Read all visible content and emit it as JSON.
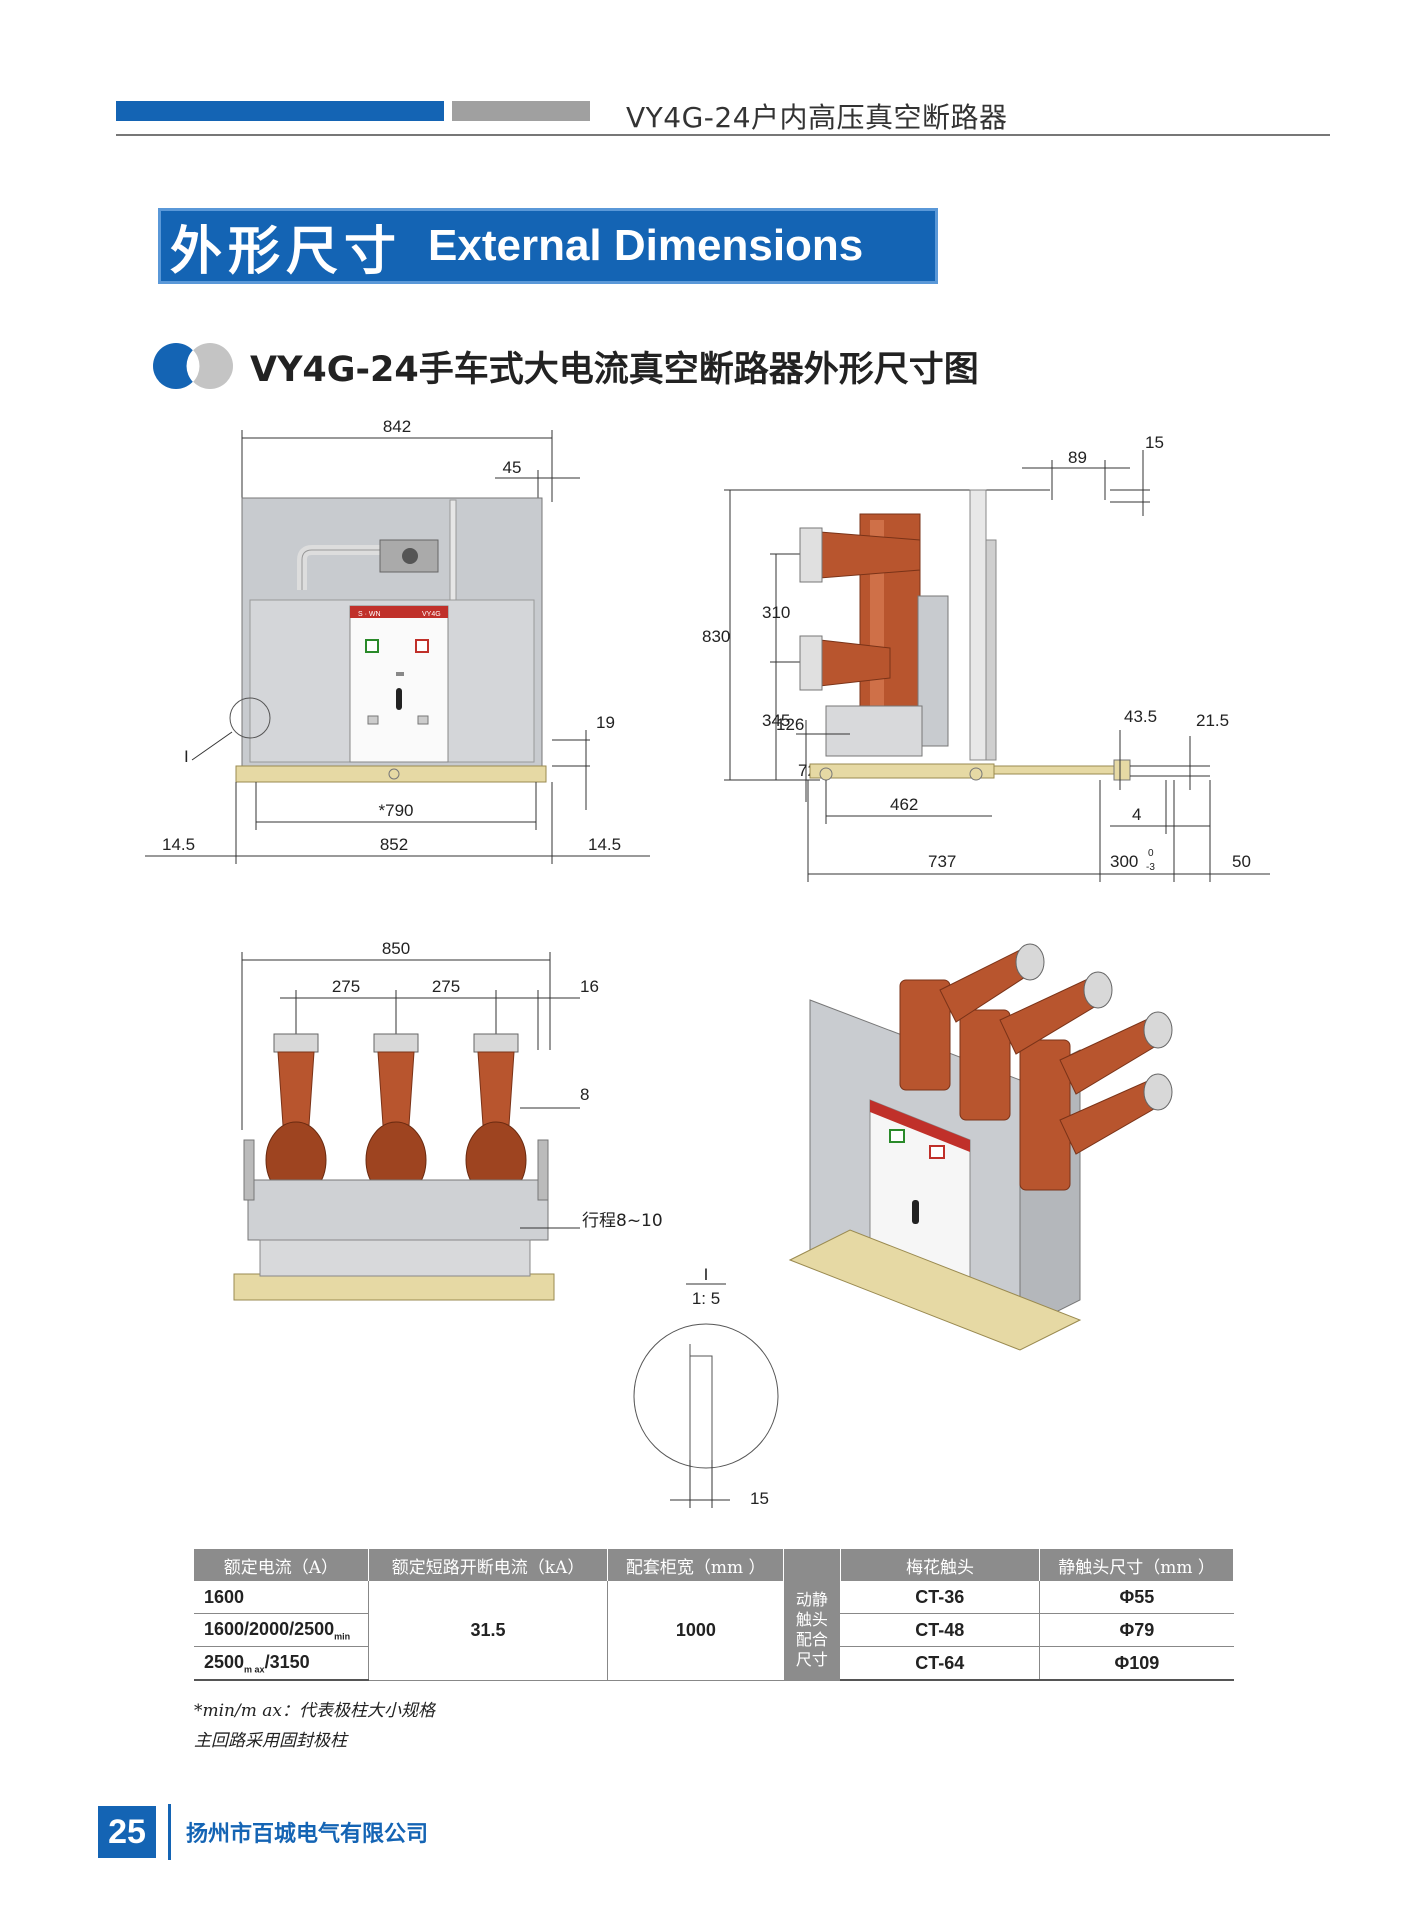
{
  "header": {
    "title": "VY4G-24户内高压真空断路器"
  },
  "banner": {
    "title_cn": "外形尺寸",
    "title_en": "External Dimensions"
  },
  "subheading": "VY4G-24手车式大电流真空断路器外形尺寸图",
  "front_view": {
    "d842": "842",
    "d45": "45",
    "d19": "19",
    "d790": "*790",
    "d852": "852",
    "d14_5_left": "14.5",
    "d14_5_right": "14.5",
    "detail_mark": "I",
    "panel_brand": "S · WN",
    "panel_model": "VY4G"
  },
  "side_view": {
    "d89": "89",
    "d15": "15",
    "d830": "830",
    "d310": "310",
    "d345": "345",
    "d126": "126",
    "d72": "72",
    "d43_5": "43.5",
    "d21_5": "21.5",
    "d462": "462",
    "d4": "4",
    "d737": "737",
    "d300": "300",
    "d300_tol_top": "0",
    "d300_tol_bot": "-3",
    "d50": "50"
  },
  "top_view": {
    "d850": "850",
    "d275a": "275",
    "d275b": "275",
    "d16": "16",
    "d8": "8",
    "stroke": "行程8~10"
  },
  "detail": {
    "mark": "I",
    "scale": "1: 5",
    "d15": "15"
  },
  "table": {
    "headers": [
      "额定电流（A）",
      "额定短路开断电流（kA）",
      "配套柜宽（mm ）",
      "梅花触头",
      "静触头尺寸（mm ）"
    ],
    "merged_label": "动静\n触头\n配合\n尺寸",
    "rows": [
      {
        "current": "1600",
        "contact": "CT-36",
        "size": "Φ55"
      },
      {
        "current": "1600/2000/2500",
        "current_sub": "min",
        "contact": "CT-48",
        "size": "Φ79"
      },
      {
        "current": "2500",
        "current_sub": "m ax",
        "current_tail": "/3150",
        "contact": "CT-64",
        "size": "Φ109"
      }
    ],
    "breaking": "31.5",
    "cabinet_width": "1000"
  },
  "notes": [
    "*min/m ax：代表极柱大小规格",
    "主回路采用固封极柱"
  ],
  "footer": {
    "page": "25",
    "company": "扬州市百城电气有限公司"
  },
  "colors": {
    "brand_blue": "#1464b4",
    "gray": "#a0a0a0",
    "insulator": "#b8552e",
    "steel": "#c8cbcf",
    "rail": "#e6d9a4"
  }
}
